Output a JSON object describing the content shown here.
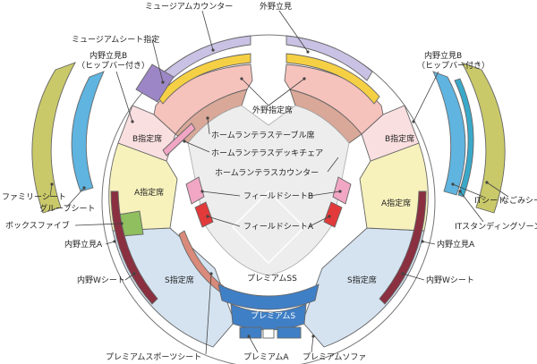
{
  "title": "",
  "colors": {
    "outfield_reserved": "#f6c2bc",
    "outfield_band": "#f6d044",
    "museum": "#c9c2e4",
    "museum_reserved": "#9d86c6",
    "b_reserved": "#fadfe0",
    "a_reserved": "#f7f2bc",
    "s_reserved": "#d5e3f1",
    "premium": "#3f7fc6",
    "field_seat_b": "#f1a6c4",
    "field_seat_a": "#e23a3a",
    "family": "#c9c96a",
    "group": "#5fb4e0",
    "box_five": "#8fbf5e",
    "naiya_standing": "#8a3040",
    "it_standing": "#3aa9c9",
    "it_seat": "#5fb4e0",
    "nagomi": "#c9c96a",
    "terrace": "#d9a898",
    "sports": "#d98a7a",
    "field": "#ededed"
  },
  "labels": {
    "museum_counter": "ミュージアムカウンター",
    "outfield_standing": "外野立見",
    "museum_reserved": "ミュージアムシート指定",
    "inner_standing_b_left_1": "内野立見B",
    "inner_standing_b_left_2": "（ヒップバー付き）",
    "inner_standing_b_right_1": "内野立見B",
    "inner_standing_b_right_2": "（ヒップバー付き）",
    "outfield_reserved": "外野指定席",
    "b_reserved_left": "B指定席",
    "b_reserved_right": "B指定席",
    "homerun_terrace_table": "ホームランテラステーブル席",
    "homerun_terrace_deck": "ホームランテラスデッキチェア",
    "homerun_terrace_counter": "ホームランテラスカウンター",
    "family_seat": "ファミリーシート",
    "group_seat": "グループシート",
    "a_reserved_left": "A指定席",
    "a_reserved_right": "A指定席",
    "field_seat_b": "フィールドシートB",
    "field_seat_a": "フィールドシートA",
    "box_five": "ボックスファイブ",
    "inner_standing_a_left": "内野立見A",
    "inner_standing_a_right": "内野立見A",
    "inner_w_left": "内野Wシート",
    "inner_w_right": "内野Wシート",
    "it_seat": "ITシート",
    "nagomi_seat": "なごみシート",
    "it_standing_zone": "ITスタンディングゾーン",
    "s_reserved_left": "S指定席",
    "s_reserved_right": "S指定席",
    "premium_ss": "プレミアムSS",
    "premium_s": "プレミアムS",
    "premium_sports": "プレミアムスポーツシート",
    "premium_a": "プレミアムA",
    "premium_sofa": "プレミアムソファ"
  }
}
